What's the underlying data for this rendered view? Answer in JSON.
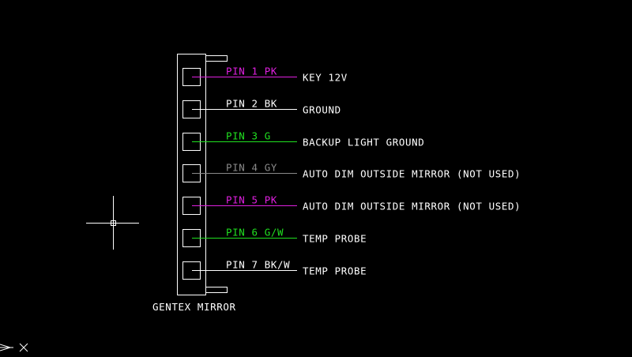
{
  "connector_label": "GENTEX MIRROR",
  "pins": [
    {
      "pin_label": "PIN 1 PK",
      "function": "KEY 12V",
      "color": "#e020e0"
    },
    {
      "pin_label": "PIN 2 BK",
      "function": "GROUND",
      "color": "#ffffff"
    },
    {
      "pin_label": "PIN 3 G",
      "function": "BACKUP LIGHT GROUND",
      "color": "#20e020"
    },
    {
      "pin_label": "PIN 4 GY",
      "function": "AUTO DIM OUTSIDE MIRROR (NOT USED)",
      "color": "#8a8a8a"
    },
    {
      "pin_label": "PIN 5 PK",
      "function": "AUTO DIM OUTSIDE MIRROR (NOT USED)",
      "color": "#e020e0"
    },
    {
      "pin_label": "PIN 6 G/W",
      "function": "TEMP PROBE",
      "color": "#20e020"
    },
    {
      "pin_label": "PIN 7 BK/W",
      "function": "TEMP PROBE",
      "color": "#ffffff"
    }
  ],
  "colors": {
    "background": "#000000",
    "linework": "#ffffff",
    "function_text": "#ffffff"
  },
  "icons": {
    "crosshair": "crosshair-cursor-icon",
    "ucs": "ucs-axis-icon"
  }
}
